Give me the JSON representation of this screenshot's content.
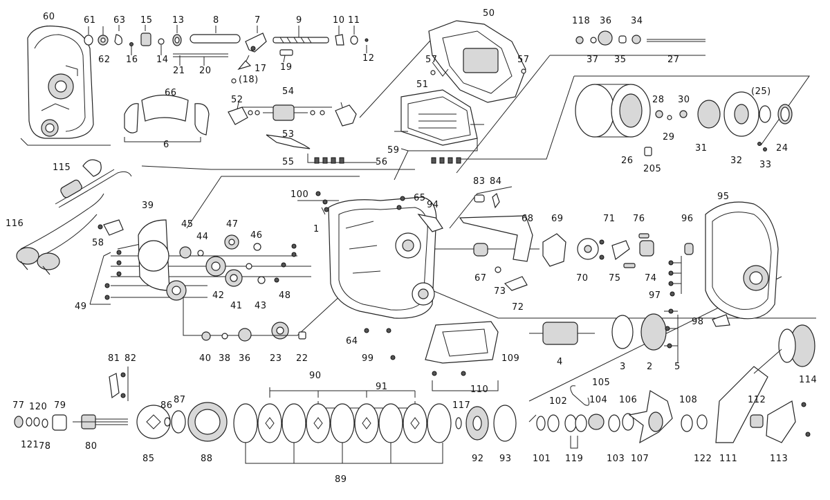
{
  "diagram": {
    "type": "exploded-parts-schematic",
    "line_color": "#222222",
    "background": "#ffffff",
    "part_numbers": [
      "60",
      "61",
      "62",
      "63",
      "16",
      "15",
      "14",
      "13",
      "21",
      "8",
      "20",
      "7",
      "17",
      "(18)",
      "19",
      "9",
      "10",
      "11",
      "12",
      "50",
      "57",
      "57",
      "51",
      "52",
      "54",
      "53",
      "55",
      "56",
      "59",
      "66",
      "6",
      "115",
      "116",
      "118",
      "37",
      "36",
      "35",
      "34",
      "27",
      "28",
      "29",
      "30",
      "31",
      "(25)",
      "24",
      "32",
      "33",
      "26",
      "205",
      "100",
      "65",
      "94",
      "1",
      "39",
      "58",
      "45",
      "44",
      "47",
      "46",
      "49",
      "42",
      "41",
      "43",
      "48",
      "40",
      "38",
      "36",
      "23",
      "22",
      "64",
      "99",
      "83",
      "84",
      "68",
      "67",
      "73",
      "72",
      "69",
      "70",
      "71",
      "76",
      "75",
      "74",
      "96",
      "95",
      "97",
      "98",
      "4",
      "3",
      "2",
      "5",
      "109",
      "110",
      "81",
      "82",
      "77",
      "120",
      "79",
      "121",
      "78",
      "80",
      "85",
      "86",
      "87",
      "88",
      "90",
      "91",
      "117",
      "89",
      "92",
      "93",
      "105",
      "102",
      "104",
      "106",
      "108",
      "114",
      "112",
      "101",
      "119",
      "103",
      "107",
      "122",
      "111",
      "113"
    ]
  }
}
